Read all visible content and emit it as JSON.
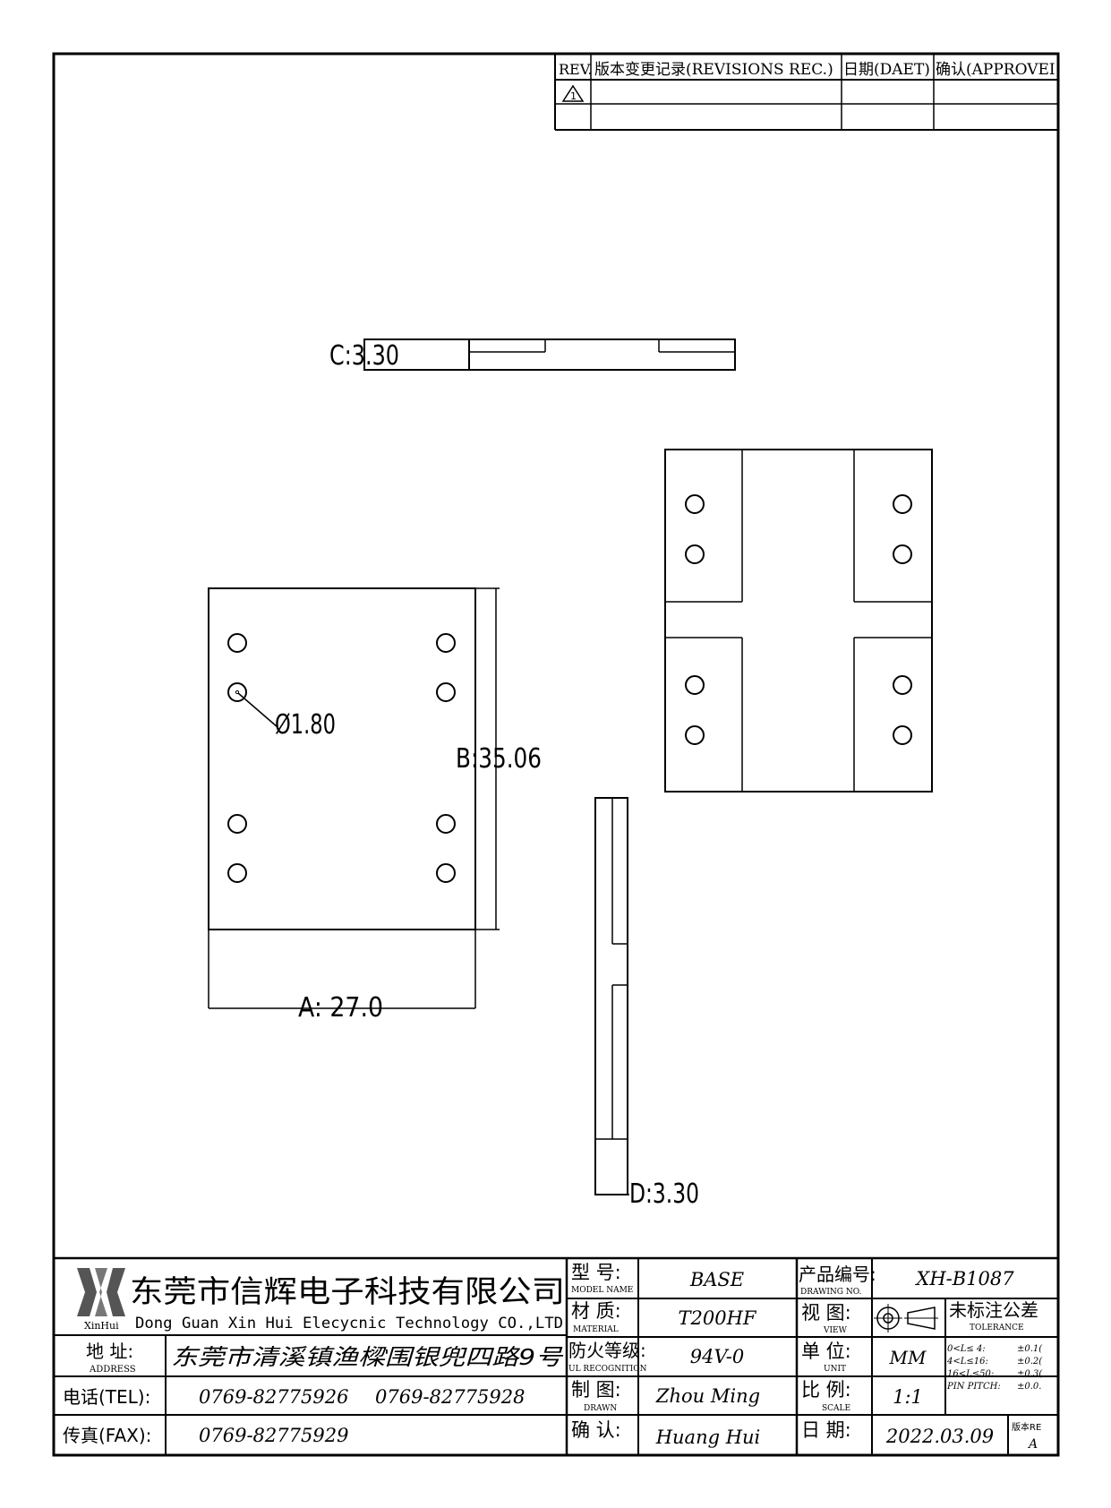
{
  "revision_table": {
    "headers": {
      "rev": "REV.",
      "record": "版本变更记录(REVISIONS REC.)",
      "date": "日期(DAET)",
      "approve": "确认(APPROVEI"
    },
    "rows": [
      {
        "rev": "1",
        "record": "",
        "date": "",
        "approve": ""
      },
      {
        "rev": "",
        "record": "",
        "date": "",
        "approve": ""
      }
    ]
  },
  "dimensions": {
    "top_view": "C:3.30",
    "hole": "Ø1.80",
    "height": "B:35.06",
    "width": "A: 27.0",
    "side_view": "D:3.30"
  },
  "title_block": {
    "logo_text": "XinHui",
    "company_cn": "东莞市信辉电子科技有限公司",
    "company_en": "Dong Guan Xin Hui Elecycnic Technology CO.,LTD",
    "address_label_cn": "地 址:",
    "address_label_en": "ADDRESS",
    "address_value": "东莞市清溪镇渔樑围银兜四路9号",
    "tel_label": "电话(TEL):",
    "tel_1": "0769-82775926",
    "tel_2": "0769-82775928",
    "fax_label": "传真(FAX):",
    "fax_1": "0769-82775929",
    "model_label_cn": "型 号:",
    "model_label_en": "MODEL NAME",
    "model_value": "BASE",
    "material_label_cn": "材 质:",
    "material_label_en": "MATERIAL",
    "material_value": "T200HF",
    "ul_label_cn": "防火等级:",
    "ul_label_en": "UL RECOGNITION",
    "ul_value": "94V-0",
    "drawn_label_cn": "制 图:",
    "drawn_label_en": "DRAWN",
    "drawn_value": "Zhou Ming",
    "confirm_label_cn": "确 认:",
    "confirm_value": "Huang Hui",
    "drawing_no_label_cn": "产品编号:",
    "drawing_no_label_en": "DRAWING NO.",
    "drawing_no_value": "XH-B1087",
    "view_label_cn": "视 图:",
    "view_label_en": "VIEW",
    "unit_label_cn": "单 位:",
    "unit_label_en": "UNIT",
    "unit_value": "MM",
    "scale_label_cn": "比 例:",
    "scale_label_en": "SCALE",
    "scale_value": "1:1",
    "date_label_cn": "日 期:",
    "date_value": "2022.03.09",
    "tolerance_title_cn": "未标注公差",
    "tolerance_title_en": "TOLERANCE",
    "tolerance_rows": [
      {
        "range": "0<L≤ 4:",
        "value": "±0.1("
      },
      {
        "range": "4<L≤16:",
        "value": "±0.2("
      },
      {
        "range": "16<L≤50:",
        "value": "±0.3("
      },
      {
        "range": "PIN PITCH:",
        "value": "±0.0."
      }
    ],
    "version_label": "版本RE",
    "version_value": "A"
  }
}
